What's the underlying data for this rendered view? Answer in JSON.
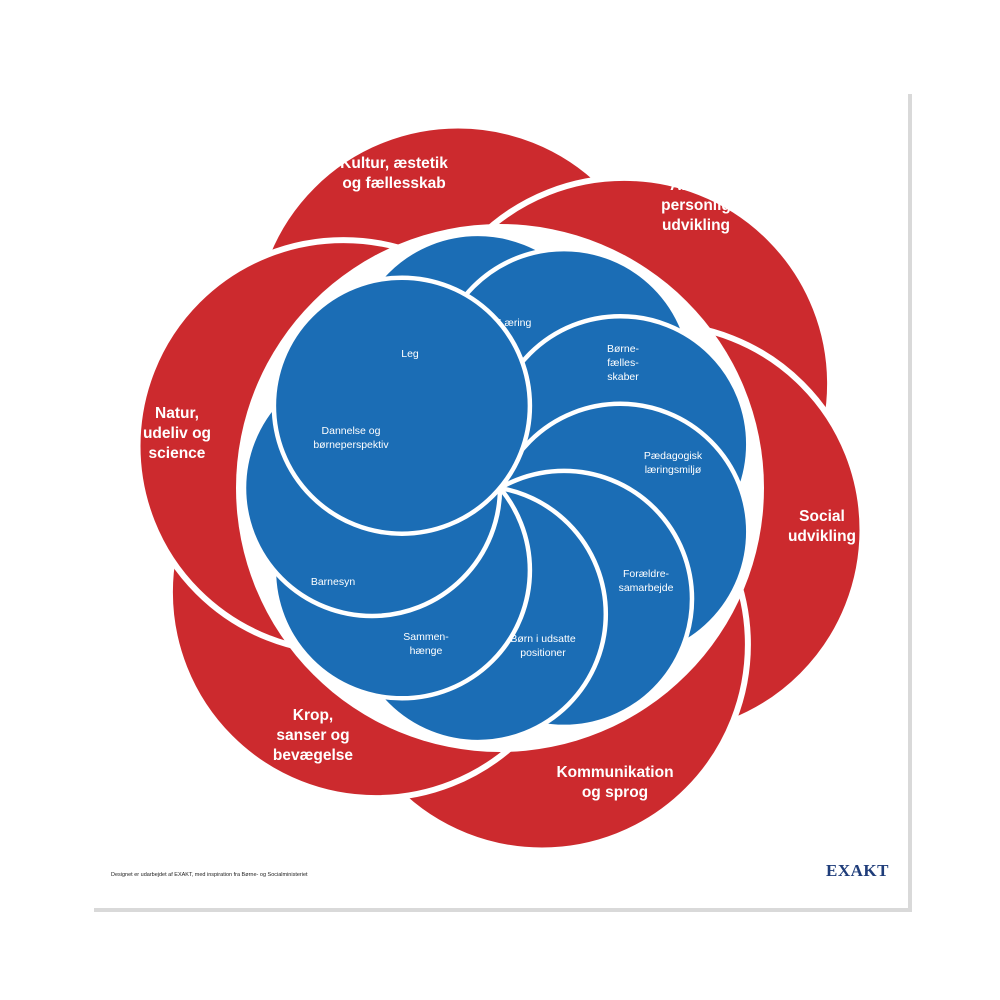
{
  "colors": {
    "outer_petal": "#CC2A2E",
    "inner_petal": "#1B6DB5",
    "separator": "#FFFFFF",
    "logo": "#1F3D7A"
  },
  "outer_petals": [
    {
      "lines": [
        "Kultur, æstetik",
        "og fællesskab"
      ]
    },
    {
      "lines": [
        "Alsidig",
        "personlig",
        "udvikling"
      ]
    },
    {
      "lines": [
        "Social",
        "udvikling"
      ]
    },
    {
      "lines": [
        "Kommunikation",
        "og sprog"
      ]
    },
    {
      "lines": [
        "Krop,",
        "sanser og",
        "bevægelse"
      ]
    },
    {
      "lines": [
        "Natur,",
        "udeliv og",
        "science"
      ]
    }
  ],
  "inner_petals": [
    {
      "lines": [
        "Læring"
      ]
    },
    {
      "lines": [
        "Børne-",
        "fælles-",
        "skaber"
      ]
    },
    {
      "lines": [
        "Pædagogisk",
        "læringsmiljø"
      ]
    },
    {
      "lines": [
        "Forældre-",
        "samarbejde"
      ]
    },
    {
      "lines": [
        "Børn i udsatte",
        "positioner"
      ]
    },
    {
      "lines": [
        "Sammen-",
        "hænge"
      ]
    },
    {
      "lines": [
        "Barnesyn"
      ]
    },
    {
      "lines": [
        "Dannelse og",
        "børneperspektiv"
      ]
    },
    {
      "lines": [
        "Leg"
      ]
    }
  ],
  "footer": {
    "credit": "Designet er udarbejdet af EXAKT, med inspiration fra Børne- og Socialministeriet",
    "logo": "EXAKT"
  }
}
